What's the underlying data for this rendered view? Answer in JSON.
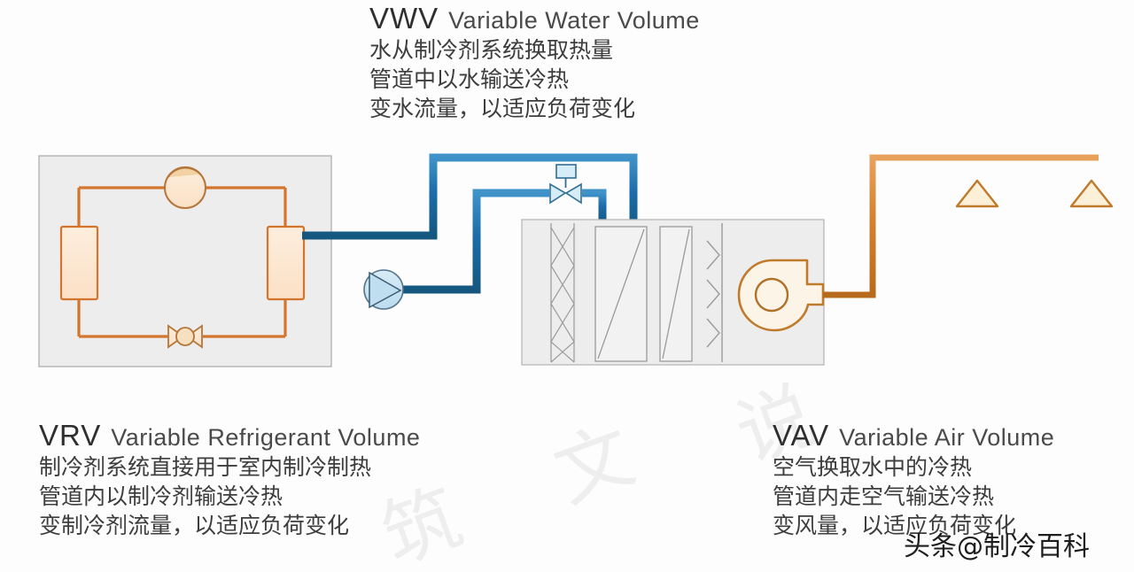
{
  "diagram": {
    "title_blocks": [
      {
        "id": "vwv",
        "abbr": "VWV",
        "full": "Variable Water Volume",
        "lines": [
          "水从制冷剂系统换取热量",
          "管道中以水输送冷热",
          "变水流量，以适应负荷变化"
        ]
      },
      {
        "id": "vrv",
        "abbr": "VRV",
        "full": "Variable Refrigerant Volume",
        "lines": [
          "制冷剂系统直接用于室内制冷制热",
          "管道内以制冷剂输送冷热",
          "变制冷剂流量，以适应负荷变化"
        ]
      },
      {
        "id": "vav",
        "abbr": "VAV",
        "full": "Variable Air Volume",
        "lines": [
          "空气换取水中的冷热",
          "管道内走空气输送冷热",
          "变风量，以适应负荷变化"
        ]
      }
    ],
    "components": {
      "refrigerant_enclosure": "refrigerant-system-enclosure",
      "compressor": "compressor-symbol",
      "condenser": "condenser-heat-exchanger",
      "evaporator": "evaporator-heat-exchanger",
      "expansion_valve": "expansion-valve-symbol",
      "water_pump": "water-circulation-pump",
      "control_valve": "two-way-control-valve",
      "ahu_enclosure": "air-handling-unit",
      "ahu_damper": "ahu-damper-section",
      "ahu_cooling_coil": "ahu-cooling-coil",
      "ahu_filter": "ahu-filter-section",
      "ahu_eliminator": "ahu-drift-eliminator",
      "supply_fan": "centrifugal-supply-fan",
      "supply_duct": "supply-air-duct",
      "diffusers": [
        "air-diffuser-1",
        "air-diffuser-2"
      ],
      "water_pipes": "chilled-water-piping",
      "refrigerant_pipes": "refrigerant-piping"
    },
    "colors": {
      "refrigerant": "#d4752e",
      "refrigerant_light": "#fbe3cc",
      "water": "#1b6ca8",
      "water_light": "#cfe6f2",
      "enclosure_fill": "#ededed",
      "enclosure_stroke": "#b2b2b2",
      "duct": "#d4822e",
      "text": "#3a3a3a"
    }
  },
  "watermark": {
    "parts": [
      "筑",
      "文",
      "说"
    ]
  },
  "attribution": {
    "platform": "头条",
    "at": "@",
    "account": "制冷百科"
  }
}
